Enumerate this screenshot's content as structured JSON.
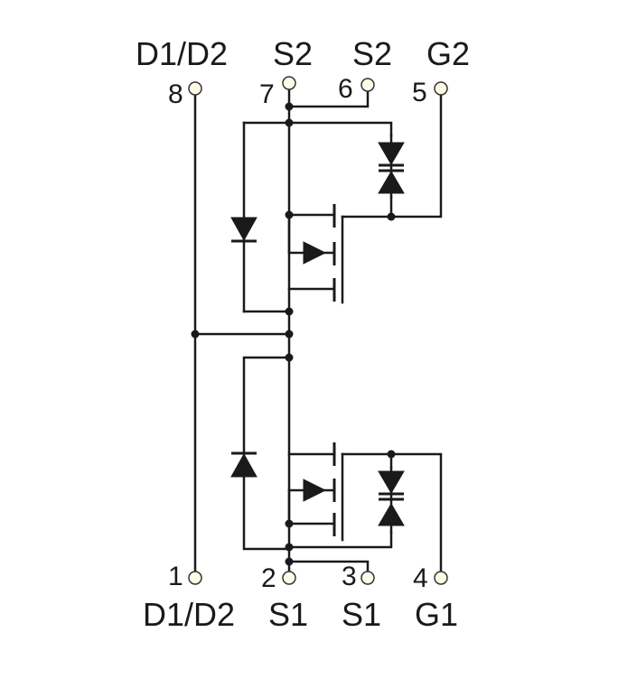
{
  "pins": [
    {
      "num": "8",
      "name": "D1/D2"
    },
    {
      "num": "7",
      "name": "S2"
    },
    {
      "num": "6",
      "name": "S2"
    },
    {
      "num": "5",
      "name": "G2"
    },
    {
      "num": "1",
      "name": "D1/D2"
    },
    {
      "num": "2",
      "name": "S1"
    },
    {
      "num": "3",
      "name": "S1"
    },
    {
      "num": "4",
      "name": "G1"
    }
  ],
  "colors": {
    "line": "#1a1a1a",
    "pin_fill": "#fffde8",
    "background": "#ffffff"
  }
}
